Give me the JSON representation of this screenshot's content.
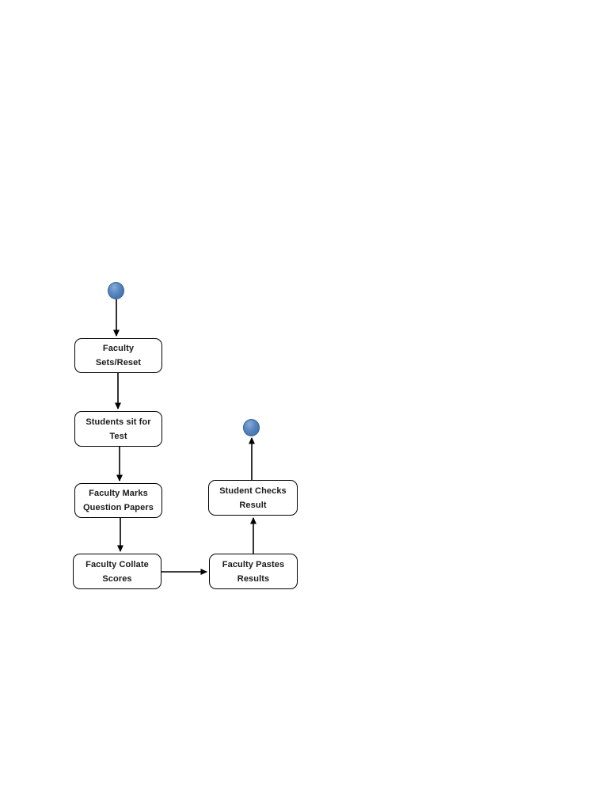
{
  "colors": {
    "page_background": "#ffffff",
    "activity_fill": "#ffffff",
    "activity_border": "#000000",
    "activity_text": "#1a1a1a",
    "terminal_node_fill": "#4f81bd",
    "terminal_node_highlight": "#85add8",
    "terminal_node_border": "#39608f",
    "connector": "#000000"
  },
  "diagram": {
    "type": "flowchart",
    "nodes": [
      {
        "id": "start",
        "kind": "initial-node",
        "shape": "circle",
        "label": ""
      },
      {
        "id": "faculty-sets-reset",
        "kind": "activity",
        "shape": "rounded-rect",
        "label": "Faculty\nSets/Reset"
      },
      {
        "id": "students-sit-for-test",
        "kind": "activity",
        "shape": "rounded-rect",
        "label": "Students sit for\nTest"
      },
      {
        "id": "faculty-marks-question-papers",
        "kind": "activity",
        "shape": "rounded-rect",
        "label": "Faculty Marks\nQuestion Papers"
      },
      {
        "id": "faculty-collate-scores",
        "kind": "activity",
        "shape": "rounded-rect",
        "label": "Faculty Collate\nScores"
      },
      {
        "id": "faculty-pastes-results",
        "kind": "activity",
        "shape": "rounded-rect",
        "label": "Faculty Pastes\nResults"
      },
      {
        "id": "student-checks-result",
        "kind": "activity",
        "shape": "rounded-rect",
        "label": "Student Checks\nResult"
      },
      {
        "id": "end",
        "kind": "final-node",
        "shape": "circle",
        "label": ""
      }
    ],
    "edges": [
      {
        "from": "start",
        "to": "faculty-sets-reset",
        "direction": "down"
      },
      {
        "from": "faculty-sets-reset",
        "to": "students-sit-for-test",
        "direction": "down"
      },
      {
        "from": "students-sit-for-test",
        "to": "faculty-marks-question-papers",
        "direction": "down"
      },
      {
        "from": "faculty-marks-question-papers",
        "to": "faculty-collate-scores",
        "direction": "down"
      },
      {
        "from": "faculty-collate-scores",
        "to": "faculty-pastes-results",
        "direction": "right"
      },
      {
        "from": "faculty-pastes-results",
        "to": "student-checks-result",
        "direction": "up"
      },
      {
        "from": "student-checks-result",
        "to": "end",
        "direction": "up"
      }
    ]
  }
}
